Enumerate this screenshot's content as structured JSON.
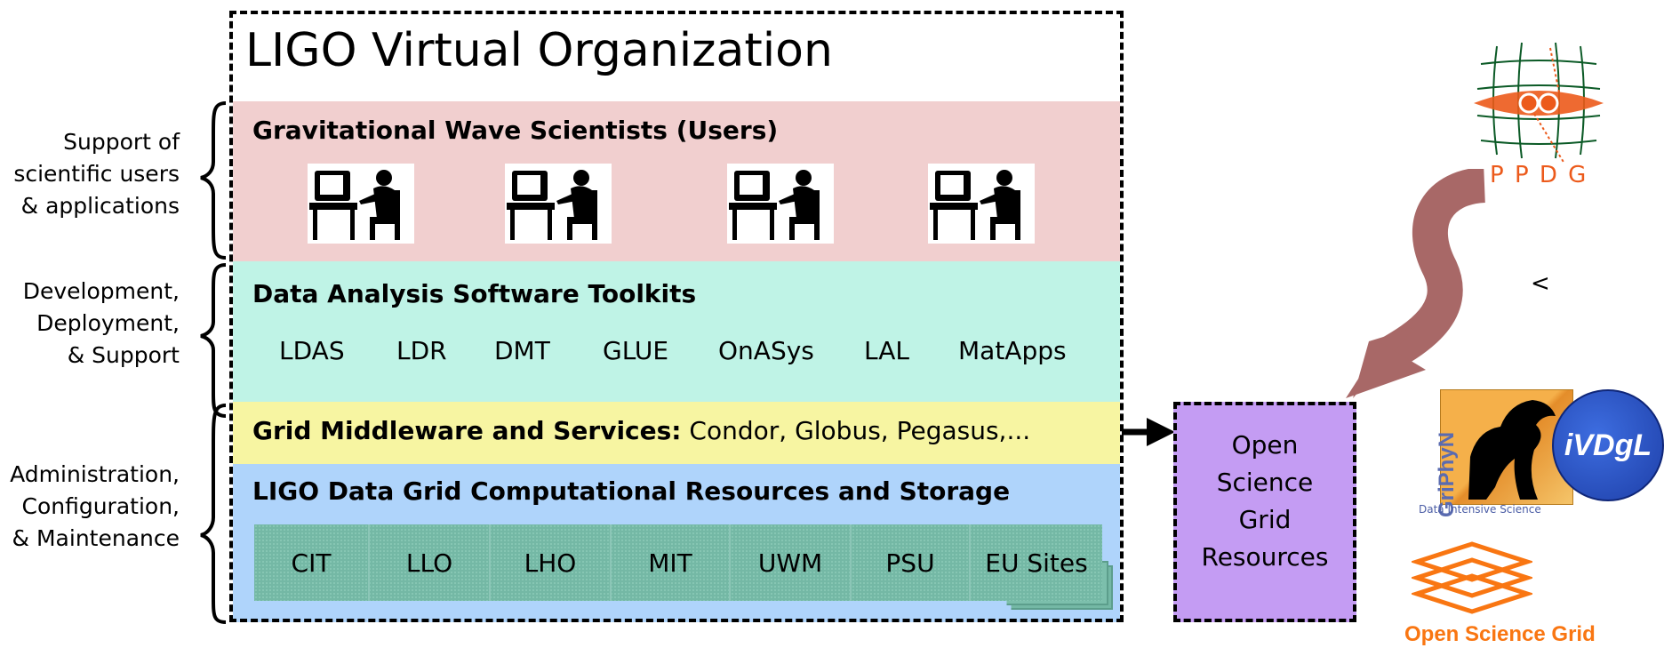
{
  "title": "LIGO Virtual Organization",
  "side_labels": [
    {
      "lines": [
        "Support of",
        "scientific users",
        "& applications"
      ]
    },
    {
      "lines": [
        "Development,",
        "Deployment,",
        "& Support"
      ]
    },
    {
      "lines": [
        "Administration,",
        "Configuration,",
        "& Maintenance"
      ]
    }
  ],
  "layers": {
    "users": {
      "title": "Gravitational Wave Scientists (Users)",
      "color": "#f1cfcf"
    },
    "toolkits": {
      "title": "Data Analysis Software Toolkits",
      "items": [
        "LDAS",
        "LDR",
        "DMT",
        "GLUE",
        "OnASys",
        "LAL",
        "MatApps"
      ],
      "color": "#bff3e6"
    },
    "middleware": {
      "title": "Grid Middleware and Services:",
      "detail": "Condor, Globus, Pegasus,...",
      "color": "#f7f5a2"
    },
    "resources": {
      "title": "LIGO Data Grid Computational Resources and Storage",
      "sites": [
        "CIT",
        "LLO",
        "LHO",
        "MIT",
        "UWM",
        "PSU",
        "EU Sites"
      ],
      "color": "#afd4fb",
      "site_color": "#74b8a5"
    }
  },
  "osg_box": {
    "lines": [
      "Open",
      "Science",
      "Grid",
      "Resources"
    ],
    "color": "#c49cf3"
  },
  "logos": {
    "ppdg": {
      "text": "P P D G",
      "color": "#ec5a1b"
    },
    "griphyn": {
      "text": "GriPhyN",
      "caption": "Data Intensive Science"
    },
    "ivdgl": {
      "text": "iVDgL"
    },
    "osg": {
      "text": "Open Science Grid",
      "color": "#f97612"
    }
  },
  "stray_glyph": "<",
  "arrow_color": "#a86867"
}
